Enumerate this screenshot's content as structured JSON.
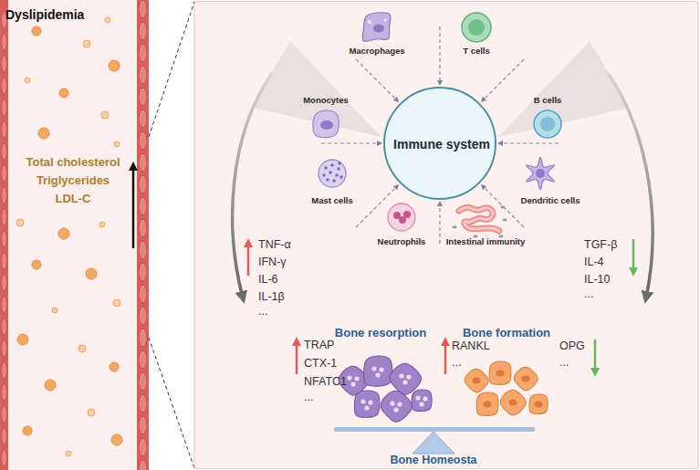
{
  "diagram": {
    "nodes": [
      {
        "text": [
          "Dyslipidemia",
          "Total cholesterol",
          "Triglycerides",
          "LDL-C"
        ]
      },
      {
        "text": [
          "Immune system"
        ]
      },
      {
        "text": [
          "Macrophages"
        ]
      },
      {
        "text": [
          "T cells"
        ]
      },
      {
        "text": [
          "B cells"
        ]
      },
      {
        "text": [
          "Dendritic cells"
        ]
      },
      {
        "text": [
          "Intestinal immunity"
        ]
      },
      {
        "text": [
          "Neutrophils"
        ]
      },
      {
        "text": [
          "Mast cells"
        ]
      },
      {
        "text": [
          "Monocytes"
        ]
      },
      {
        "text": [
          "Bone resorption"
        ]
      },
      {
        "text": [
          "Bone formation"
        ]
      }
    ],
    "labels": [
      "TNF-α",
      "IFN-γ",
      "IL-6",
      "IL-1β",
      "...",
      "TGF-β",
      "IL-4",
      "IL-10",
      "...",
      "TRAP",
      "CTX-1",
      "NFATC1",
      "...",
      "RANKL",
      "...",
      "OPG",
      "...",
      "Bone Homeosta"
    ]
  }
}
